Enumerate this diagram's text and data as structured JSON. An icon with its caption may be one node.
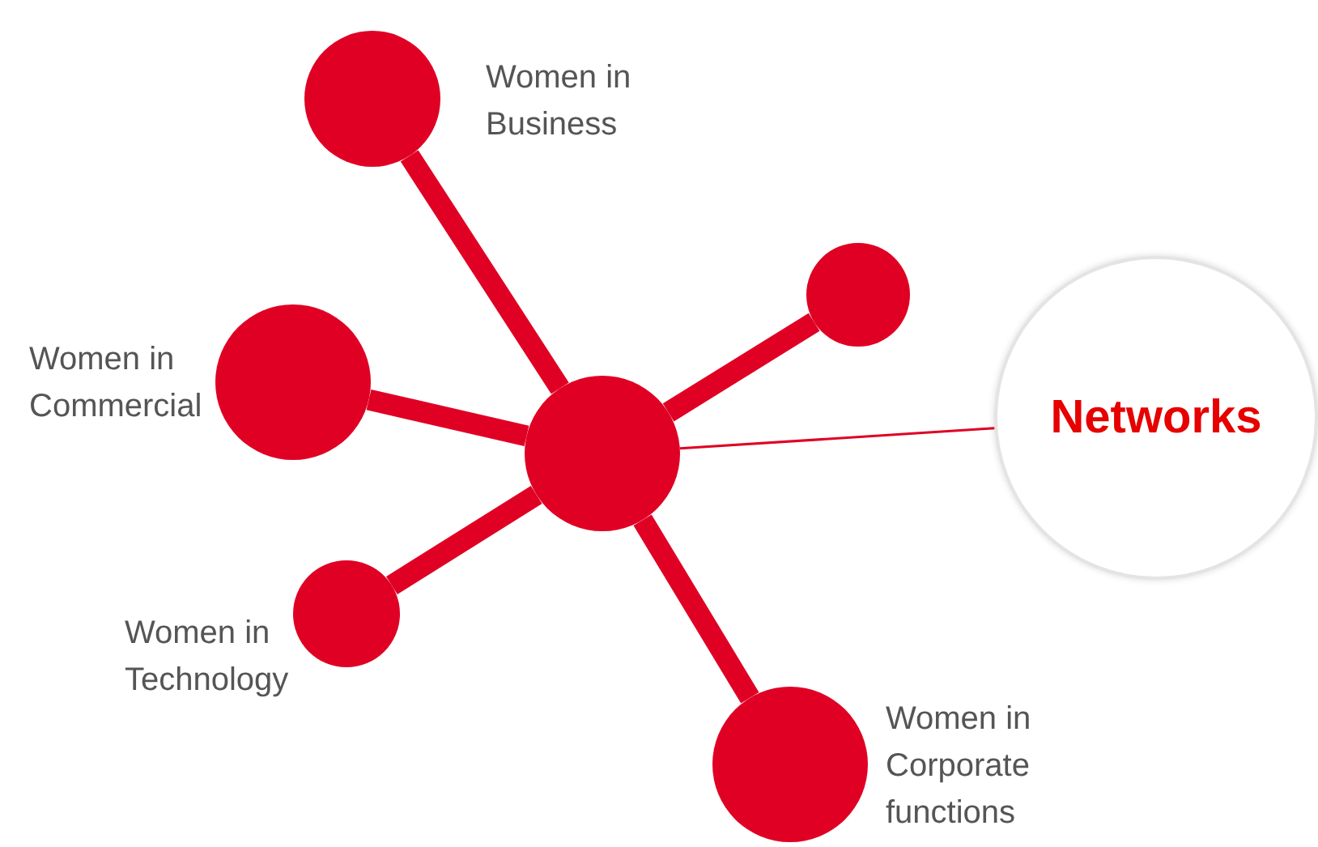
{
  "diagram": {
    "nodes": [
      {
        "text": [],
        "shape": "circle"
      },
      {
        "text": [],
        "shape": "circle",
        "beside": [
          "Women in Business"
        ]
      },
      {
        "text": [],
        "shape": "circle"
      },
      {
        "text": [],
        "shape": "circle",
        "beside": [
          "Women in Commercial"
        ]
      },
      {
        "text": [],
        "shape": "circle",
        "beside": [
          "Women in Technology"
        ]
      },
      {
        "text": [],
        "shape": "circle",
        "beside": [
          "Women in Corporate functions"
        ]
      },
      {
        "text": [
          "Networks"
        ]
      }
    ],
    "edges": [
      {
        "from": 0,
        "to": 1,
        "arrow": "none"
      },
      {
        "from": 0,
        "to": 2,
        "arrow": "none"
      },
      {
        "from": 0,
        "to": 3,
        "arrow": "none"
      },
      {
        "from": 0,
        "to": 4,
        "arrow": "none"
      },
      {
        "from": 0,
        "to": 5,
        "arrow": "none"
      },
      {
        "from": 0,
        "to": 6,
        "arrow": "none"
      }
    ]
  }
}
